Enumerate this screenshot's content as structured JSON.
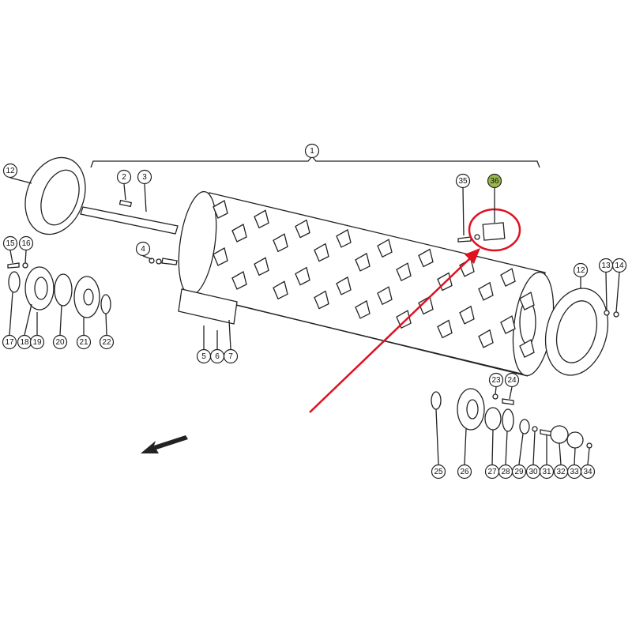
{
  "diagram": {
    "callouts": [
      "1",
      "12",
      "2",
      "3",
      "35",
      "36",
      "4",
      "15",
      "16",
      "12",
      "13",
      "14",
      "17",
      "18",
      "19",
      "20",
      "21",
      "22",
      "5",
      "6",
      "7",
      "23",
      "24",
      "25",
      "26",
      "27",
      "28",
      "29",
      "30",
      "31",
      "32",
      "33",
      "34"
    ],
    "highlighted_callout": "36",
    "colors": {
      "highlight_fill": "#9bb84a",
      "annotation_red": "#e01020",
      "line": "#222222"
    },
    "annotation": {
      "type": "red-arrow-and-circle",
      "target_callout": "36"
    },
    "direction_arrow": "travel-direction-arrow"
  }
}
